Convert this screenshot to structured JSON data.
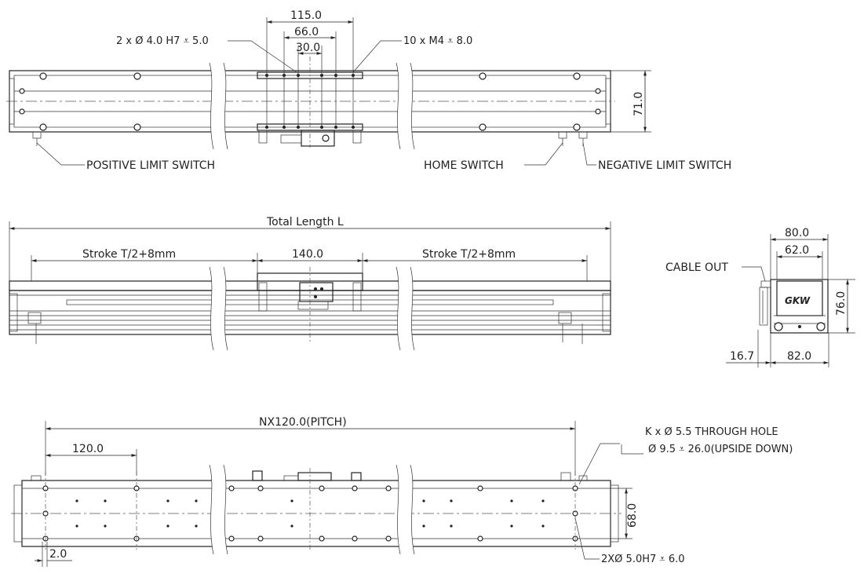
{
  "top_view": {
    "dims": {
      "d115": "115.0",
      "d66": "66.0",
      "d30": "30.0",
      "d71": "71.0"
    },
    "callouts": {
      "pin": "2 x Ø  4.0 H7 ⩡ 5.0",
      "screw": "10 x  M4 ⩡ 8.0",
      "positive": "POSITIVE LIMIT SWITCH",
      "home": "HOME  SWITCH",
      "negative": "NEGATIVE  LIMIT  SWITCH"
    }
  },
  "side_view": {
    "dims": {
      "total": "Total Length L",
      "stroke_left": "Stroke T/2+8mm",
      "carriage": "140.0",
      "stroke_right": "Stroke T/2+8mm"
    }
  },
  "end_view": {
    "dims": {
      "d80": "80.0",
      "d62": "62.0",
      "d76": "76.0",
      "d167": "16.7",
      "d82": "82.0"
    },
    "cable_out": "CABLE OUT",
    "logo": "GKW"
  },
  "bottom_view": {
    "dims": {
      "pitch": "NX120.0(PITCH)",
      "d120": "120.0",
      "d68": "68.0",
      "d2": "2.0"
    },
    "callouts": {
      "through_hole": "K x Ø  5.5 THROUGH HOLE",
      "counterbore": "Ø  9.5 ⩡ 26.0(UPSIDE DOWN)",
      "dowel": "2XØ  5.0H7 ⩡ 6.0"
    }
  }
}
